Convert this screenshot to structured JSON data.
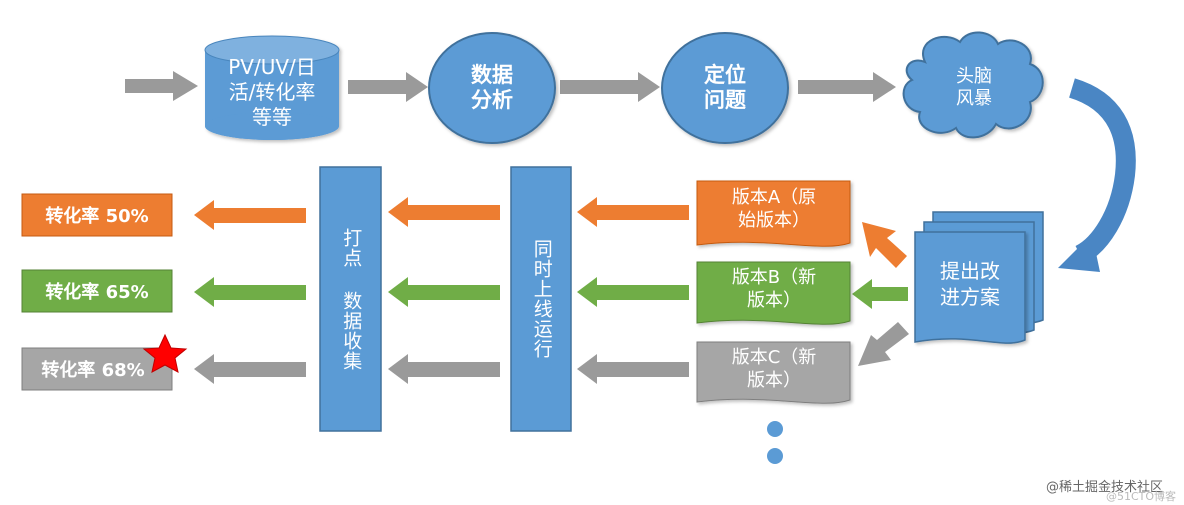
{
  "colors": {
    "blue": "#5b9bd5",
    "blue_dark": "#41719c",
    "orange": "#ed7d31",
    "green": "#70ad47",
    "gray": "#a6a6a6",
    "arrow_gray": "#9a9a9a",
    "star": "#ff0000"
  },
  "top_row": {
    "metrics_label": "PV/UV/日\n活/转化率\n等等",
    "analysis_label": "数据\n分析",
    "locate_label": "定位\n问题",
    "brainstorm_label": "头脑\n风暴"
  },
  "plan_label": "提出改\n进方案",
  "versions": [
    {
      "label": "版本A（原\n始版本）",
      "color": "orange"
    },
    {
      "label": "版本B（新\n版本）",
      "color": "green"
    },
    {
      "label": "版本C（新\n版本）",
      "color": "gray"
    }
  ],
  "online_label": "同时上线运行",
  "collect_label": "打点 数据收集",
  "results": [
    {
      "label": "转化率 50%",
      "color": "orange"
    },
    {
      "label": "转化率 65%",
      "color": "green"
    },
    {
      "label": "转化率 68%",
      "color": "gray",
      "starred": true
    }
  ],
  "watermark": {
    "main": "@稀土掘金技术社区",
    "sub": "@51CTO博客"
  }
}
